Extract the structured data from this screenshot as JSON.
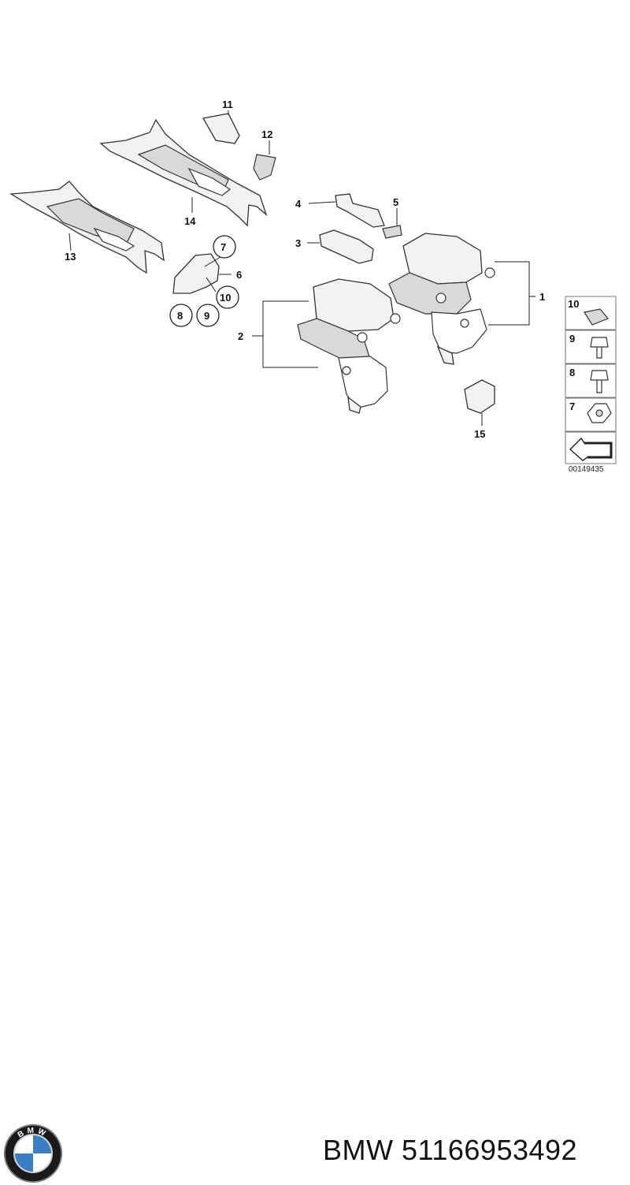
{
  "diagram": {
    "callouts": [
      "1",
      "2",
      "3",
      "4",
      "5",
      "6",
      "7",
      "8",
      "9",
      "10",
      "11",
      "12",
      "13",
      "14",
      "15"
    ],
    "legend": [
      "10",
      "9",
      "8",
      "7"
    ],
    "reference_number": "00149435"
  },
  "footer": {
    "brand": "BMW",
    "part_number": "51166953492",
    "logo_text": "BMW"
  },
  "colors": {
    "line": "#222222",
    "logo_blue": "#3a7fc4",
    "logo_ring": "#1a1a1a"
  }
}
